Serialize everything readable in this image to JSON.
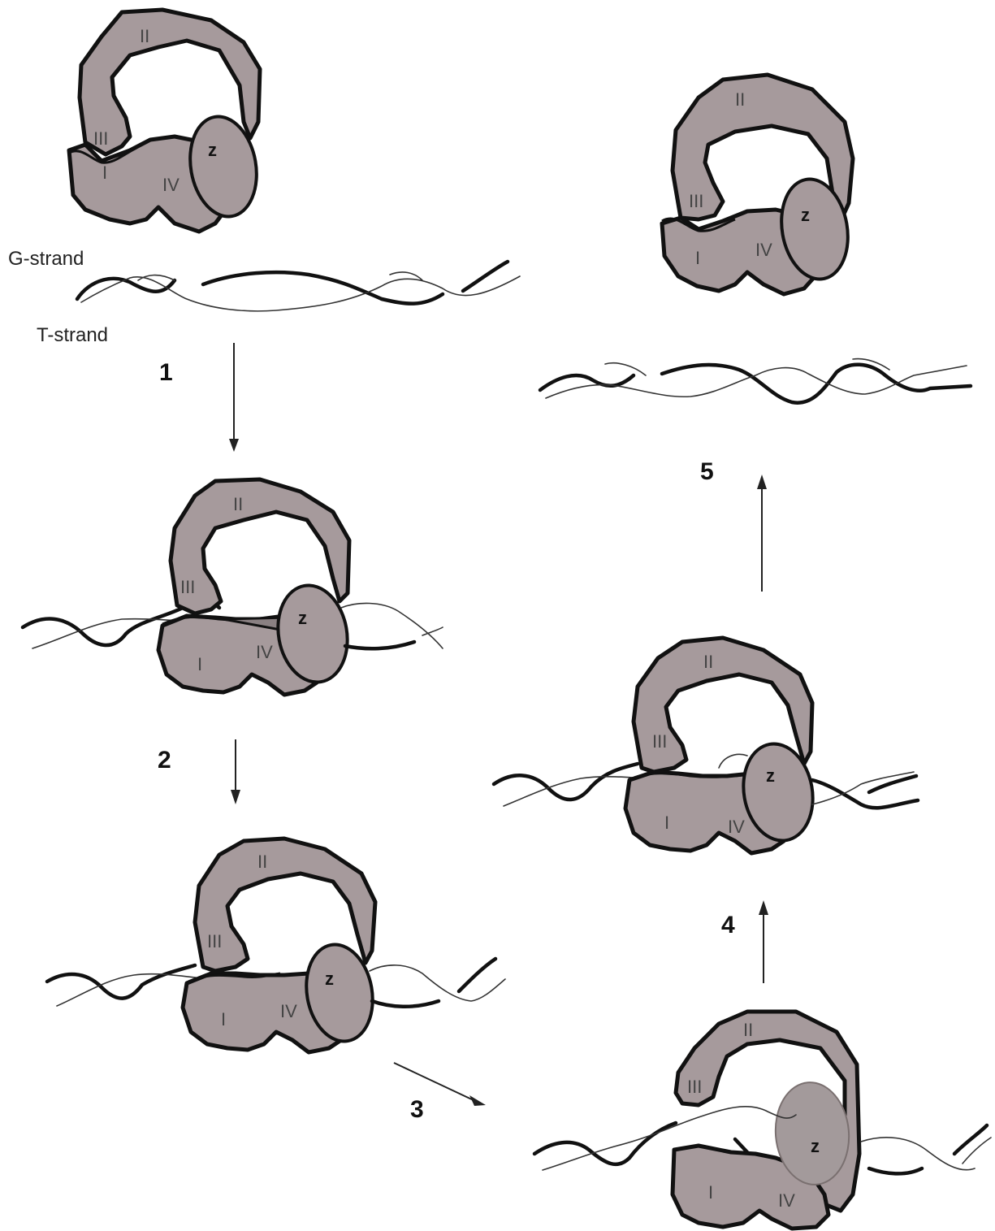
{
  "labels": {
    "g_strand": "G-strand",
    "t_strand": "T-strand",
    "domain_1": "I",
    "domain_2": "II",
    "domain_3": "III",
    "domain_4": "IV",
    "domain_z": "z"
  },
  "steps": [
    "1",
    "2",
    "3",
    "4",
    "5"
  ],
  "colors": {
    "protein_fill": "#a69a9c",
    "outline": "#111111",
    "background": "#ffffff"
  }
}
